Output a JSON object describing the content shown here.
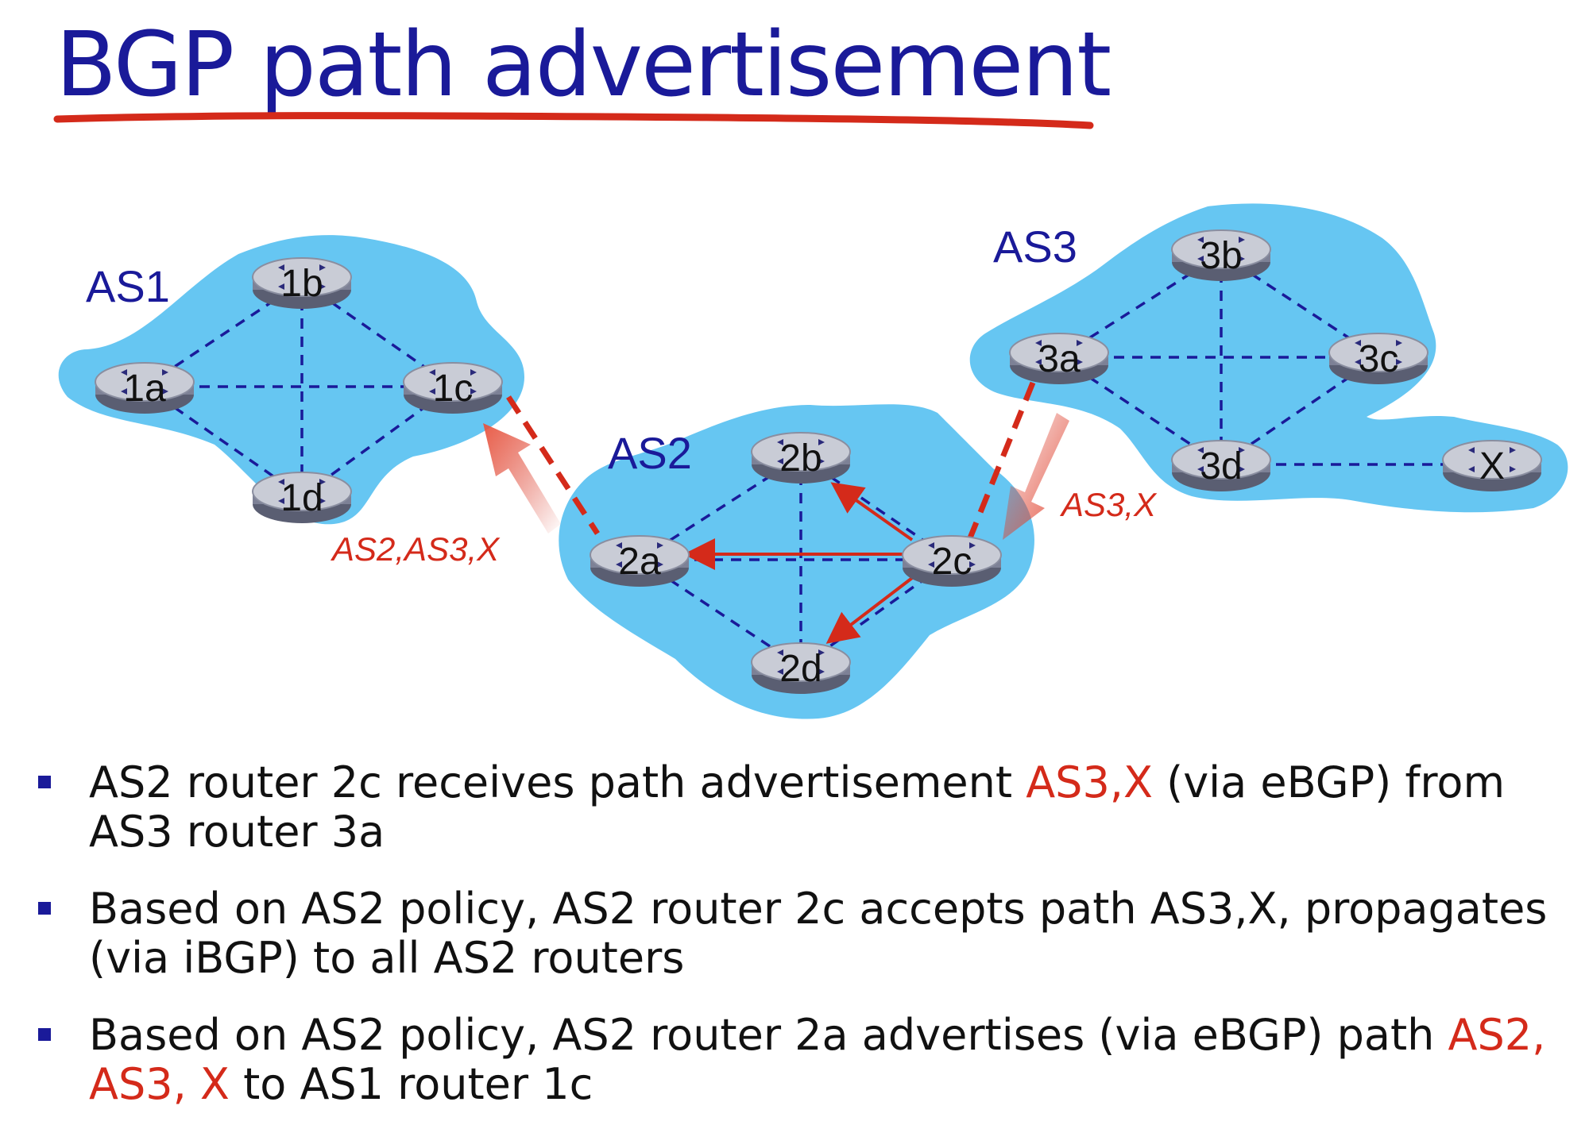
{
  "title": "BGP path advertisement",
  "colors": {
    "title": "#1a1a99",
    "cloud": "#66c6f2",
    "link": "#1a1a99",
    "highlight": "#d42a1a",
    "router": "#b8bcc8"
  },
  "diagram": {
    "as_labels": [
      "AS1",
      "AS2",
      "AS3"
    ],
    "routers": [
      "1a",
      "1b",
      "1c",
      "1d",
      "2a",
      "2b",
      "2c",
      "2d",
      "3a",
      "3b",
      "3c",
      "3d",
      "X"
    ],
    "advertisements": [
      "AS2,AS3,X",
      "AS3,X"
    ]
  },
  "bullets": [
    {
      "p1": "AS2 router 2c receives path advertisement ",
      "r1": "AS3,X",
      "p2": " (via eBGP) from AS3 router 3a"
    },
    {
      "p1": "Based on AS2 policy, AS2 router 2c accepts path AS3,X, propagates (via iBGP) to all AS2 routers"
    },
    {
      "p1": "Based on AS2 policy, AS2 router 2a advertises (via eBGP)  path ",
      "r1": "AS2, AS3, X",
      "p2": "   to AS1 router 1c"
    }
  ]
}
